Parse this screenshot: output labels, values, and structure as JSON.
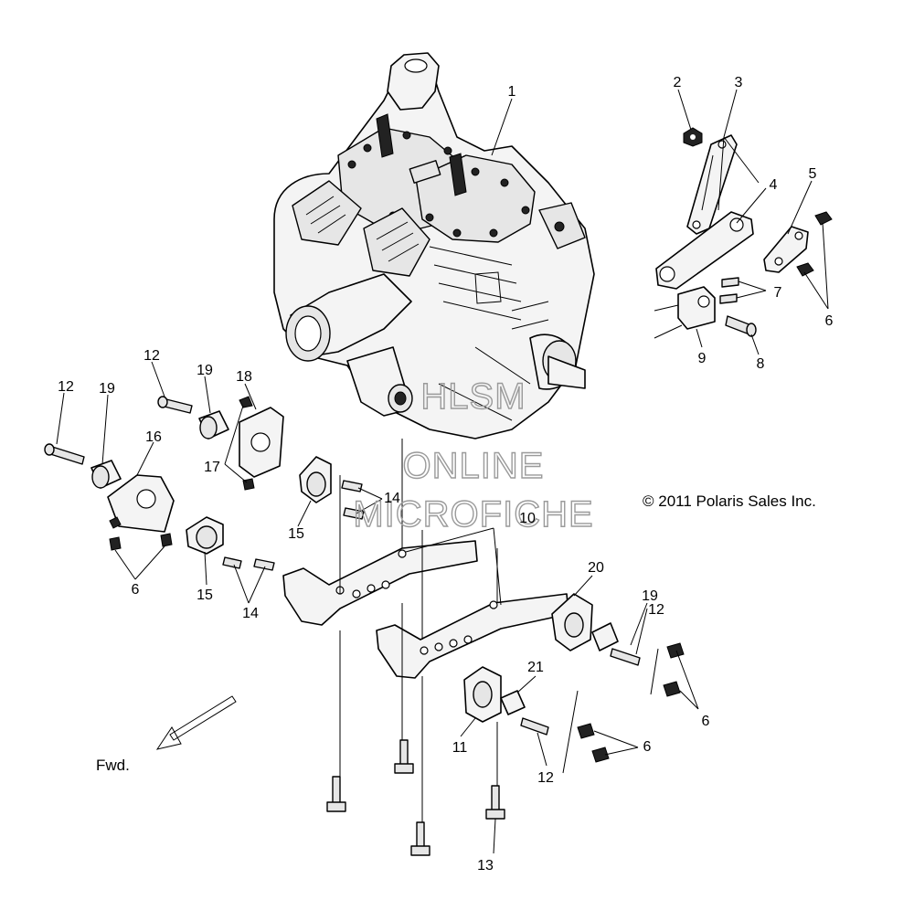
{
  "diagram": {
    "copyright": "© 2011 Polaris Sales Inc.",
    "direction_label": "Fwd.",
    "watermark": [
      "HLSM",
      "ONLINE",
      "MICROFICHE"
    ],
    "callouts": [
      {
        "id": "c1",
        "label": "1"
      },
      {
        "id": "c2",
        "label": "2"
      },
      {
        "id": "c3",
        "label": "3"
      },
      {
        "id": "c4",
        "label": "4"
      },
      {
        "id": "c5",
        "label": "5"
      },
      {
        "id": "c6a",
        "label": "6"
      },
      {
        "id": "c7",
        "label": "7"
      },
      {
        "id": "c8",
        "label": "8"
      },
      {
        "id": "c9",
        "label": "9"
      },
      {
        "id": "c12a",
        "label": "12"
      },
      {
        "id": "c12b",
        "label": "12"
      },
      {
        "id": "c19a",
        "label": "19"
      },
      {
        "id": "c18",
        "label": "18"
      },
      {
        "id": "c19b",
        "label": "19"
      },
      {
        "id": "c16",
        "label": "16"
      },
      {
        "id": "c17",
        "label": "17"
      },
      {
        "id": "c14a",
        "label": "14"
      },
      {
        "id": "c15a",
        "label": "15"
      },
      {
        "id": "c6b",
        "label": "6"
      },
      {
        "id": "c15b",
        "label": "15"
      },
      {
        "id": "c14b",
        "label": "14"
      },
      {
        "id": "c10",
        "label": "10"
      },
      {
        "id": "c20",
        "label": "20"
      },
      {
        "id": "c19c",
        "label": "19"
      },
      {
        "id": "c12c",
        "label": "12"
      },
      {
        "id": "c6c",
        "label": "6"
      },
      {
        "id": "c21",
        "label": "21"
      },
      {
        "id": "c11",
        "label": "11"
      },
      {
        "id": "c6d",
        "label": "6"
      },
      {
        "id": "c12d",
        "label": "12"
      },
      {
        "id": "c13",
        "label": "13"
      }
    ]
  }
}
